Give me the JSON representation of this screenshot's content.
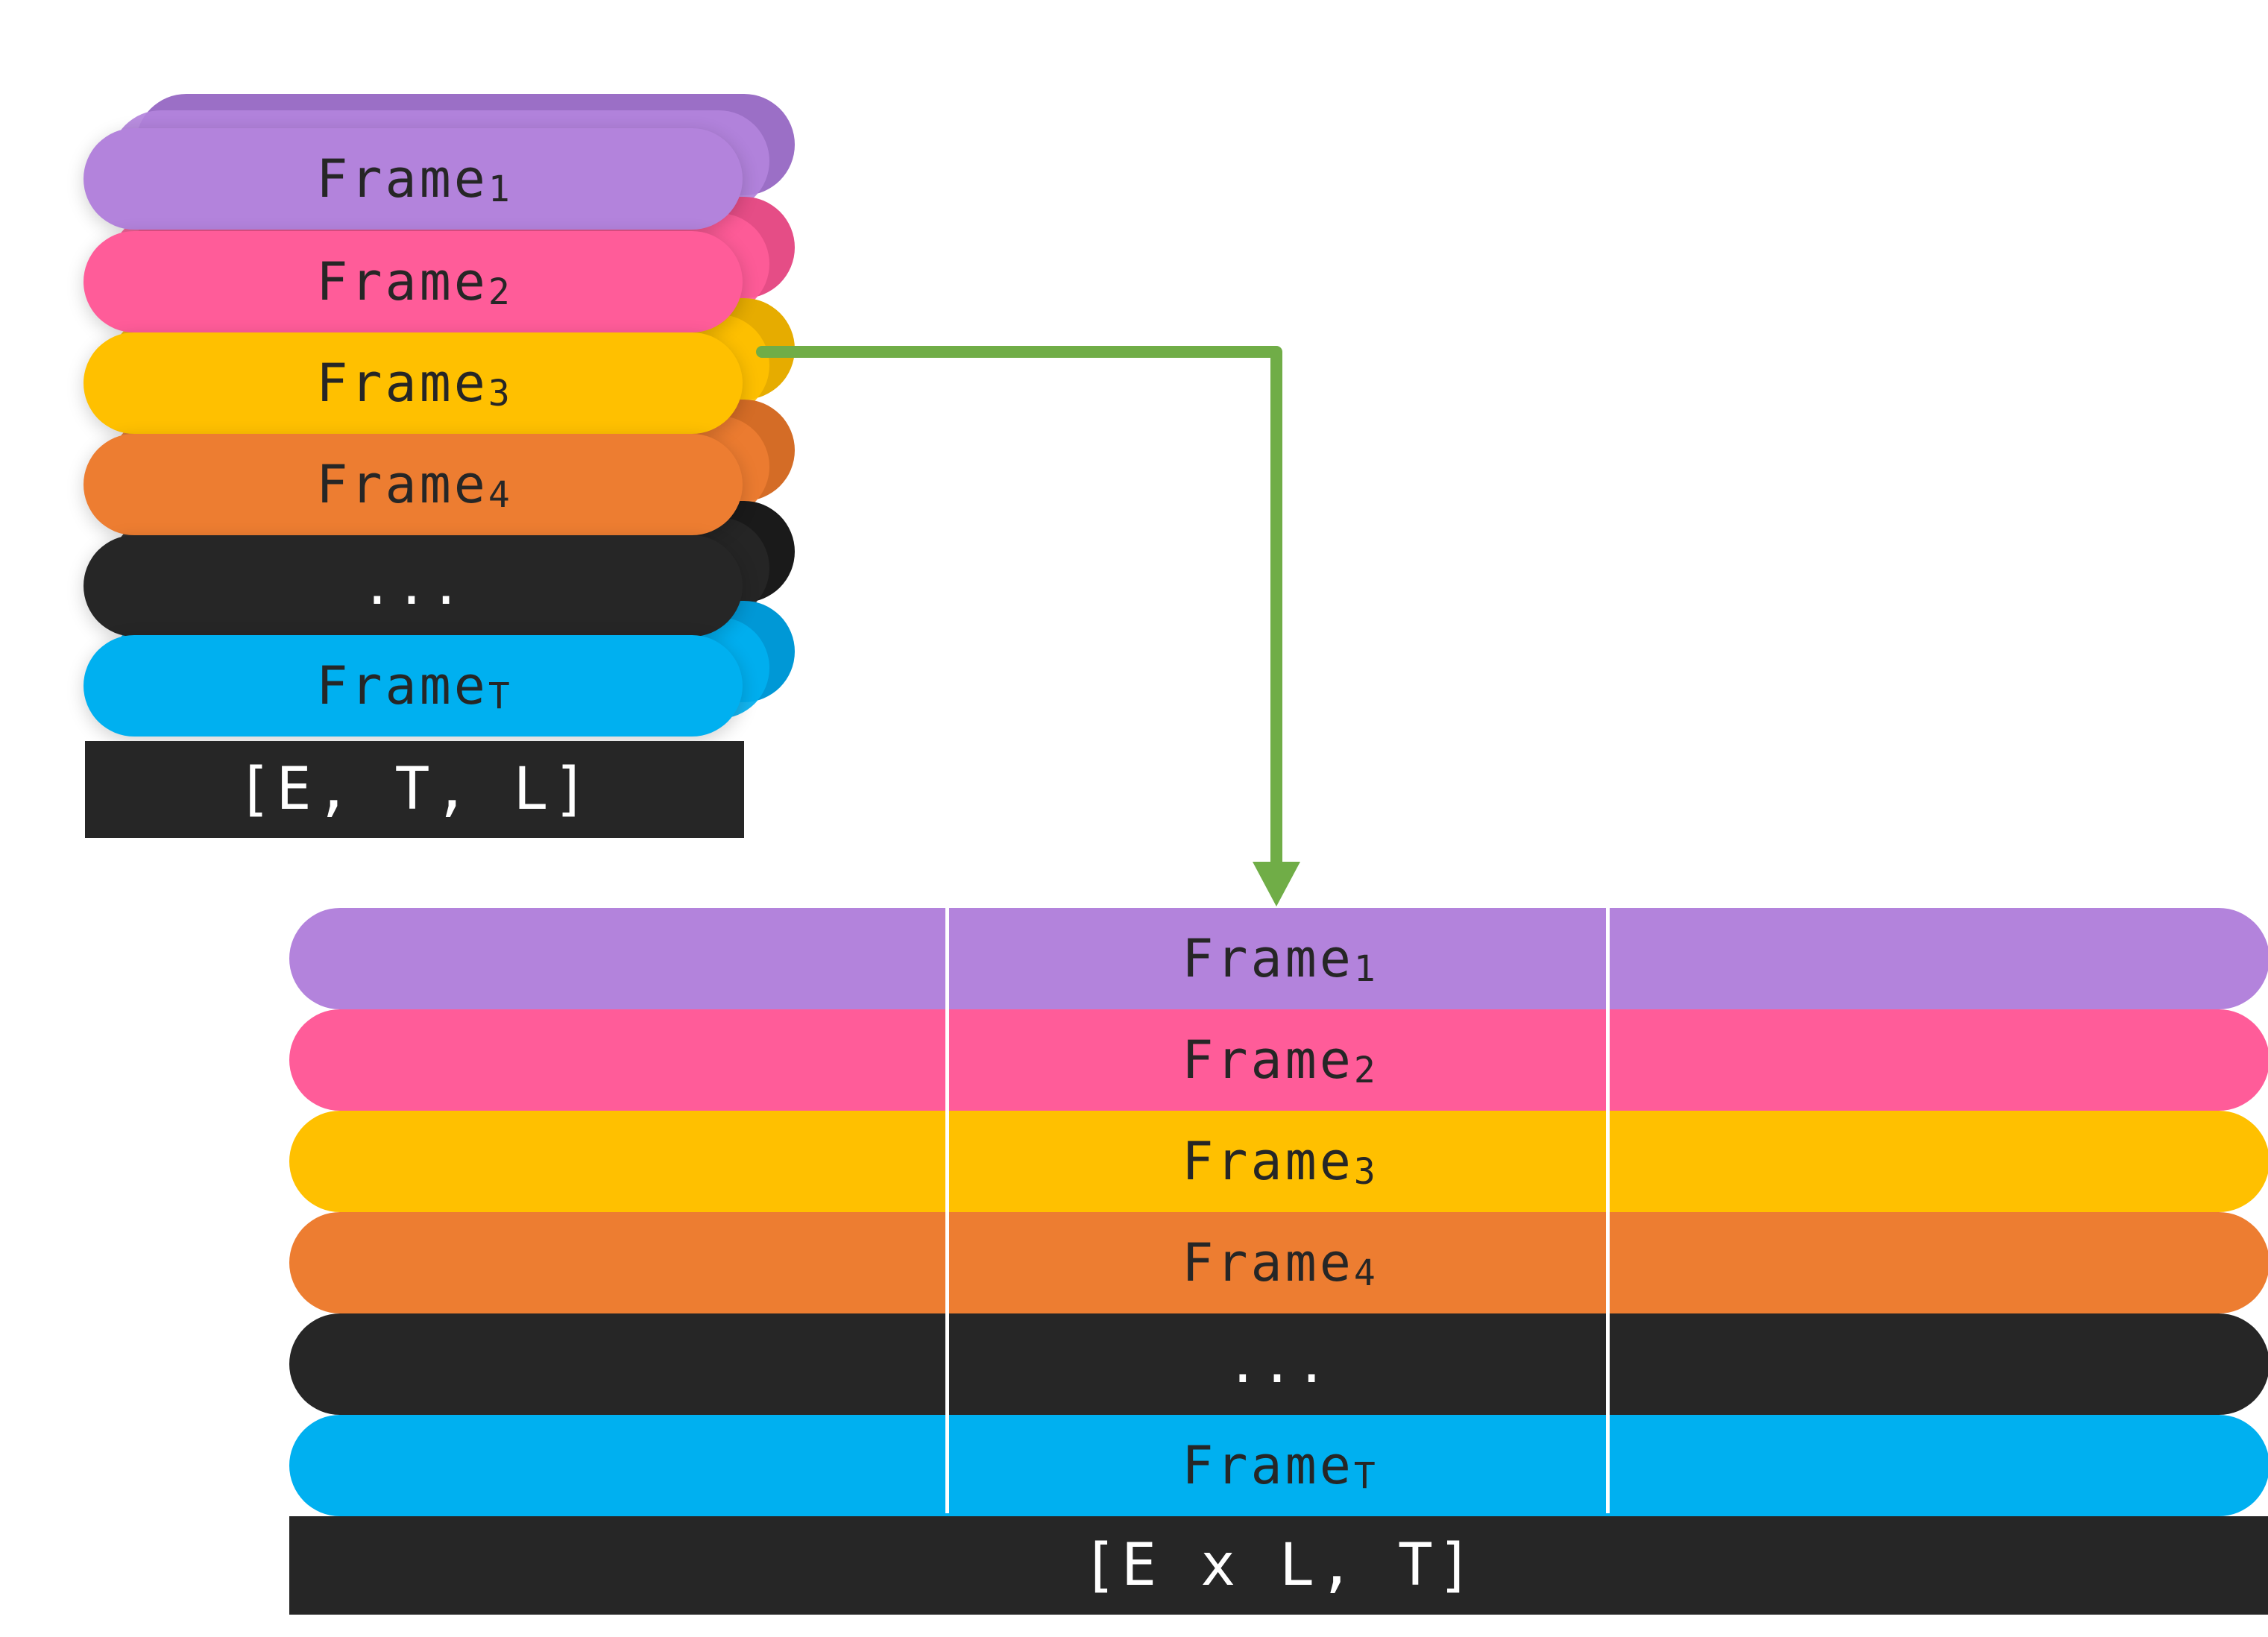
{
  "frames": [
    {
      "base": "Frame",
      "sub": "1",
      "color": "#b383dc",
      "back": "#9b6fc6",
      "dark": false
    },
    {
      "base": "Frame",
      "sub": "2",
      "color": "#ff5c99",
      "back": "#e54d86",
      "dark": false
    },
    {
      "base": "Frame",
      "sub": "3",
      "color": "#ffc000",
      "back": "#e6ac00",
      "dark": false
    },
    {
      "base": "Frame",
      "sub": "4",
      "color": "#ed7d31",
      "back": "#d46c26",
      "dark": false
    },
    {
      "base": "...",
      "sub": "",
      "color": "#262626",
      "back": "#1a1a1a",
      "dark": true
    },
    {
      "base": "Frame",
      "sub": "T",
      "color": "#00b0f0",
      "back": "#0098d6",
      "dark": false
    }
  ],
  "input_shape": "[E, T, L]",
  "output_shape": "[E x L, T]",
  "colors": {
    "arrow": "#70ad47",
    "shape_bar": "#262626"
  }
}
